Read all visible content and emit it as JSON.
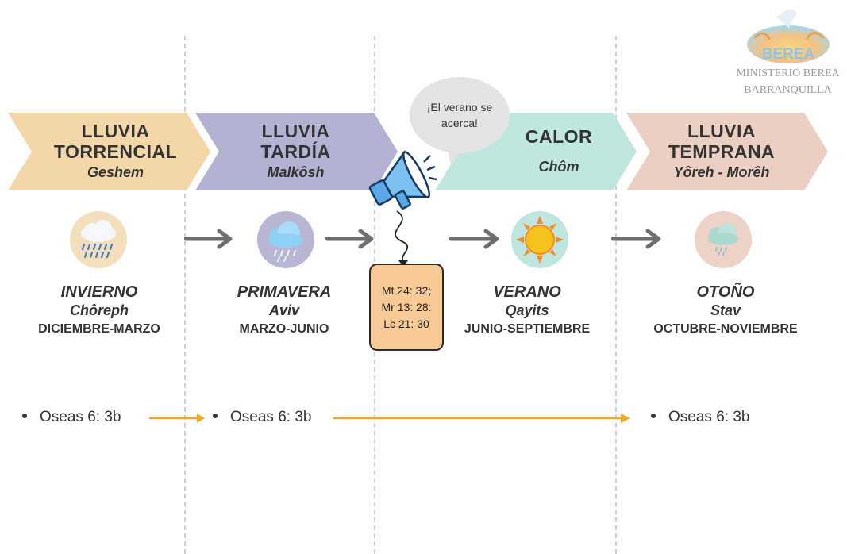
{
  "logo": {
    "badge": "BEREA",
    "line1": "MINISTERIO BEREA",
    "line2": "BARRANQUILLA"
  },
  "bubble": {
    "line1": "¡El verano se",
    "line2": "acerca!"
  },
  "references": [
    "Mt 24: 32;",
    "Mr 13: 28:",
    "Lc 21: 30"
  ],
  "rains": [
    {
      "title1": "LLUVIA",
      "title2": "TORRENCIAL",
      "hebrew": "Geshem",
      "color": "#f3d7a9"
    },
    {
      "title1": "LLUVIA",
      "title2": "TARDÍA",
      "hebrew": "Malkôsh",
      "color": "#b4b2d2"
    },
    {
      "title1": "",
      "title2": "CALOR",
      "hebrew": "Chôm",
      "color": "#bfe7df"
    },
    {
      "title1": "LLUVIA",
      "title2": "TEMPRANA",
      "hebrew": "Yôreh - Morêh",
      "color": "#eccfc3"
    }
  ],
  "seasons": [
    {
      "name": "INVIERNO",
      "hebrew": "Chôreph",
      "months": "DICIEMBRE-MARZO",
      "icon": "heavy-rain-cloud-icon",
      "bg": "#f3dfbc"
    },
    {
      "name": "PRIMAVERA",
      "hebrew": "Aviv",
      "months": "MARZO-JUNIO",
      "icon": "rain-cloud-icon",
      "bg": "#b8b6d3"
    },
    {
      "name": "VERANO",
      "hebrew": "Qayits",
      "months": "JUNIO-SEPTIEMBRE",
      "icon": "sun-icon",
      "bg": "#bfe6de"
    },
    {
      "name": "OTOÑO",
      "hebrew": "Stav",
      "months": "OCTUBRE-NOVIEMBRE",
      "icon": "light-rain-cloud-icon",
      "bg": "#ecd2c7"
    }
  ],
  "bullets": [
    "Oseas 6: 3b",
    "Oseas 6: 3b",
    "Oseas 6: 3b"
  ],
  "colors": {
    "arrow_gray": "#6f6f6f",
    "arrow_orange": "#f3a823",
    "megaphone": "#5aa8e8"
  }
}
